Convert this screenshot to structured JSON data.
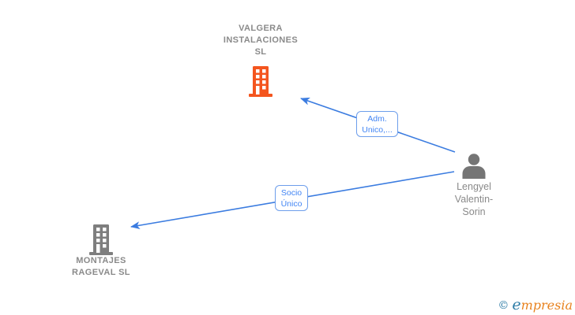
{
  "diagram": {
    "type": "network-graph",
    "nodes": {
      "valgera": {
        "kind": "company",
        "lines": [
          "VALGERA",
          "INSTALACIONES",
          "SL"
        ],
        "icon": "building-icon"
      },
      "montajes": {
        "kind": "company",
        "lines": [
          "MONTAJES",
          "RAGEVAL SL"
        ],
        "icon": "building-icon"
      },
      "person": {
        "kind": "person",
        "lines": [
          "Lengyel",
          "Valentin-",
          "Sorin"
        ],
        "icon": "person-icon"
      }
    },
    "edges": [
      {
        "from": "person",
        "to": "valgera",
        "label_lines": [
          "Adm.",
          "Unico,..."
        ]
      },
      {
        "from": "person",
        "to": "montajes",
        "label_lines": [
          "Socio",
          "Único"
        ]
      }
    ],
    "colors": {
      "edge": "#3B7CE0",
      "edge_label_text": "#4285F4",
      "edge_label_border": "#6D9EEB",
      "company_icon_orange": "#F4551E",
      "company_icon_gray": "#7E7E7E",
      "person_icon_gray": "#757575",
      "node_label_text": "#8A8A8A",
      "background": "#FFFFFF"
    }
  },
  "watermark": {
    "copyright": "©",
    "brand_first_letter": "e",
    "brand_rest": "mpresia",
    "teal": "#2D7CA6",
    "orange": "#E8821E"
  }
}
